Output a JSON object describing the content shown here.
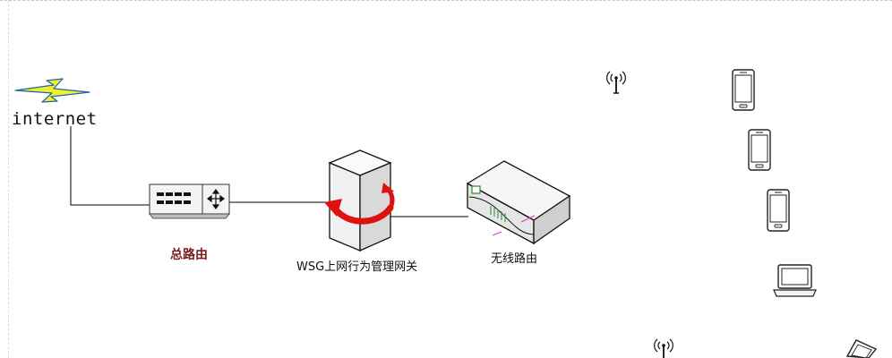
{
  "labels": {
    "internet": "internet",
    "main_router": "总路由",
    "wsg_gateway": "WSG上网行为管理网关",
    "wireless_router": "无线路由"
  },
  "colors": {
    "lightning": "#f3f02a",
    "lightning_stroke": "#1a63b5",
    "arrow_red": "#e01010",
    "device_face": "#f2f2f2",
    "line": "#000000",
    "main_label": "#7a1c1c"
  },
  "icons": [
    "lightning-icon",
    "switch-icon",
    "server-tower-icon",
    "wireless-router-icon",
    "antenna-icon",
    "smartphone-icon",
    "laptop-icon"
  ]
}
